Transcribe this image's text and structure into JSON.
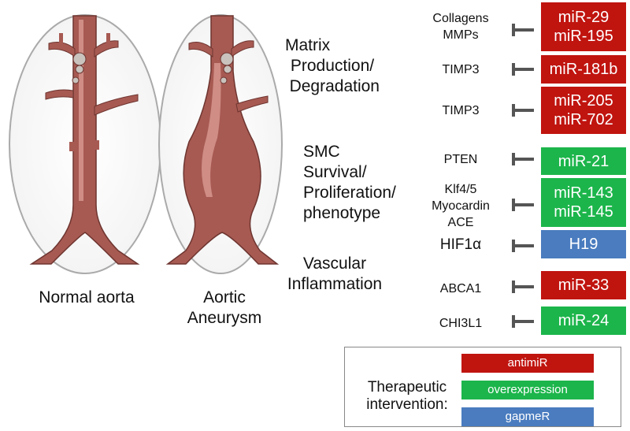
{
  "colors": {
    "antimir": "#c0140f",
    "overexpression": "#1cb54b",
    "gapmer": "#4a7cbf",
    "inhibitor": "#555555",
    "aorta_fill": "#a75a52",
    "aorta_highlight": "#d99a92"
  },
  "captions": {
    "normal": "Normal aorta",
    "aneurysm_line1": "Aortic",
    "aneurysm_line2": "Aneurysm"
  },
  "categories": {
    "matrix": [
      "Matrix",
      "Production/",
      "Degradation"
    ],
    "smc": [
      "SMC",
      "Survival/",
      "Proliferation/",
      "phenotype"
    ],
    "vascular": [
      "Vascular",
      "Inflammation"
    ]
  },
  "rows": [
    {
      "target": [
        "Collagens",
        "MMPs"
      ],
      "mirna": [
        "miR-29",
        "miR-195"
      ],
      "type": "antimir"
    },
    {
      "target": [
        "TIMP3"
      ],
      "mirna": [
        "miR-181b"
      ],
      "type": "antimir"
    },
    {
      "target": [
        "TIMP3"
      ],
      "mirna": [
        "miR-205",
        "miR-702"
      ],
      "type": "antimir"
    },
    {
      "target": [
        "PTEN"
      ],
      "mirna": [
        "miR-21"
      ],
      "type": "overexpression"
    },
    {
      "target": [
        "Klf4/5",
        "Myocardin",
        "ACE"
      ],
      "mirna": [
        "miR-143",
        "miR-145"
      ],
      "type": "overexpression"
    },
    {
      "target": [
        "HIF1α"
      ],
      "mirna": [
        "H19"
      ],
      "type": "gapmer"
    },
    {
      "target": [
        "ABCA1"
      ],
      "mirna": [
        "miR-33"
      ],
      "type": "antimir"
    },
    {
      "target": [
        "CHI3L1"
      ],
      "mirna": [
        "miR-24"
      ],
      "type": "overexpression"
    }
  ],
  "legend": {
    "title_line1": "Therapeutic",
    "title_line2": "intervention:",
    "items": [
      {
        "label": "antimiR",
        "type": "antimir"
      },
      {
        "label": "overexpression",
        "type": "overexpression"
      },
      {
        "label": "gapmeR",
        "type": "gapmer"
      }
    ]
  }
}
